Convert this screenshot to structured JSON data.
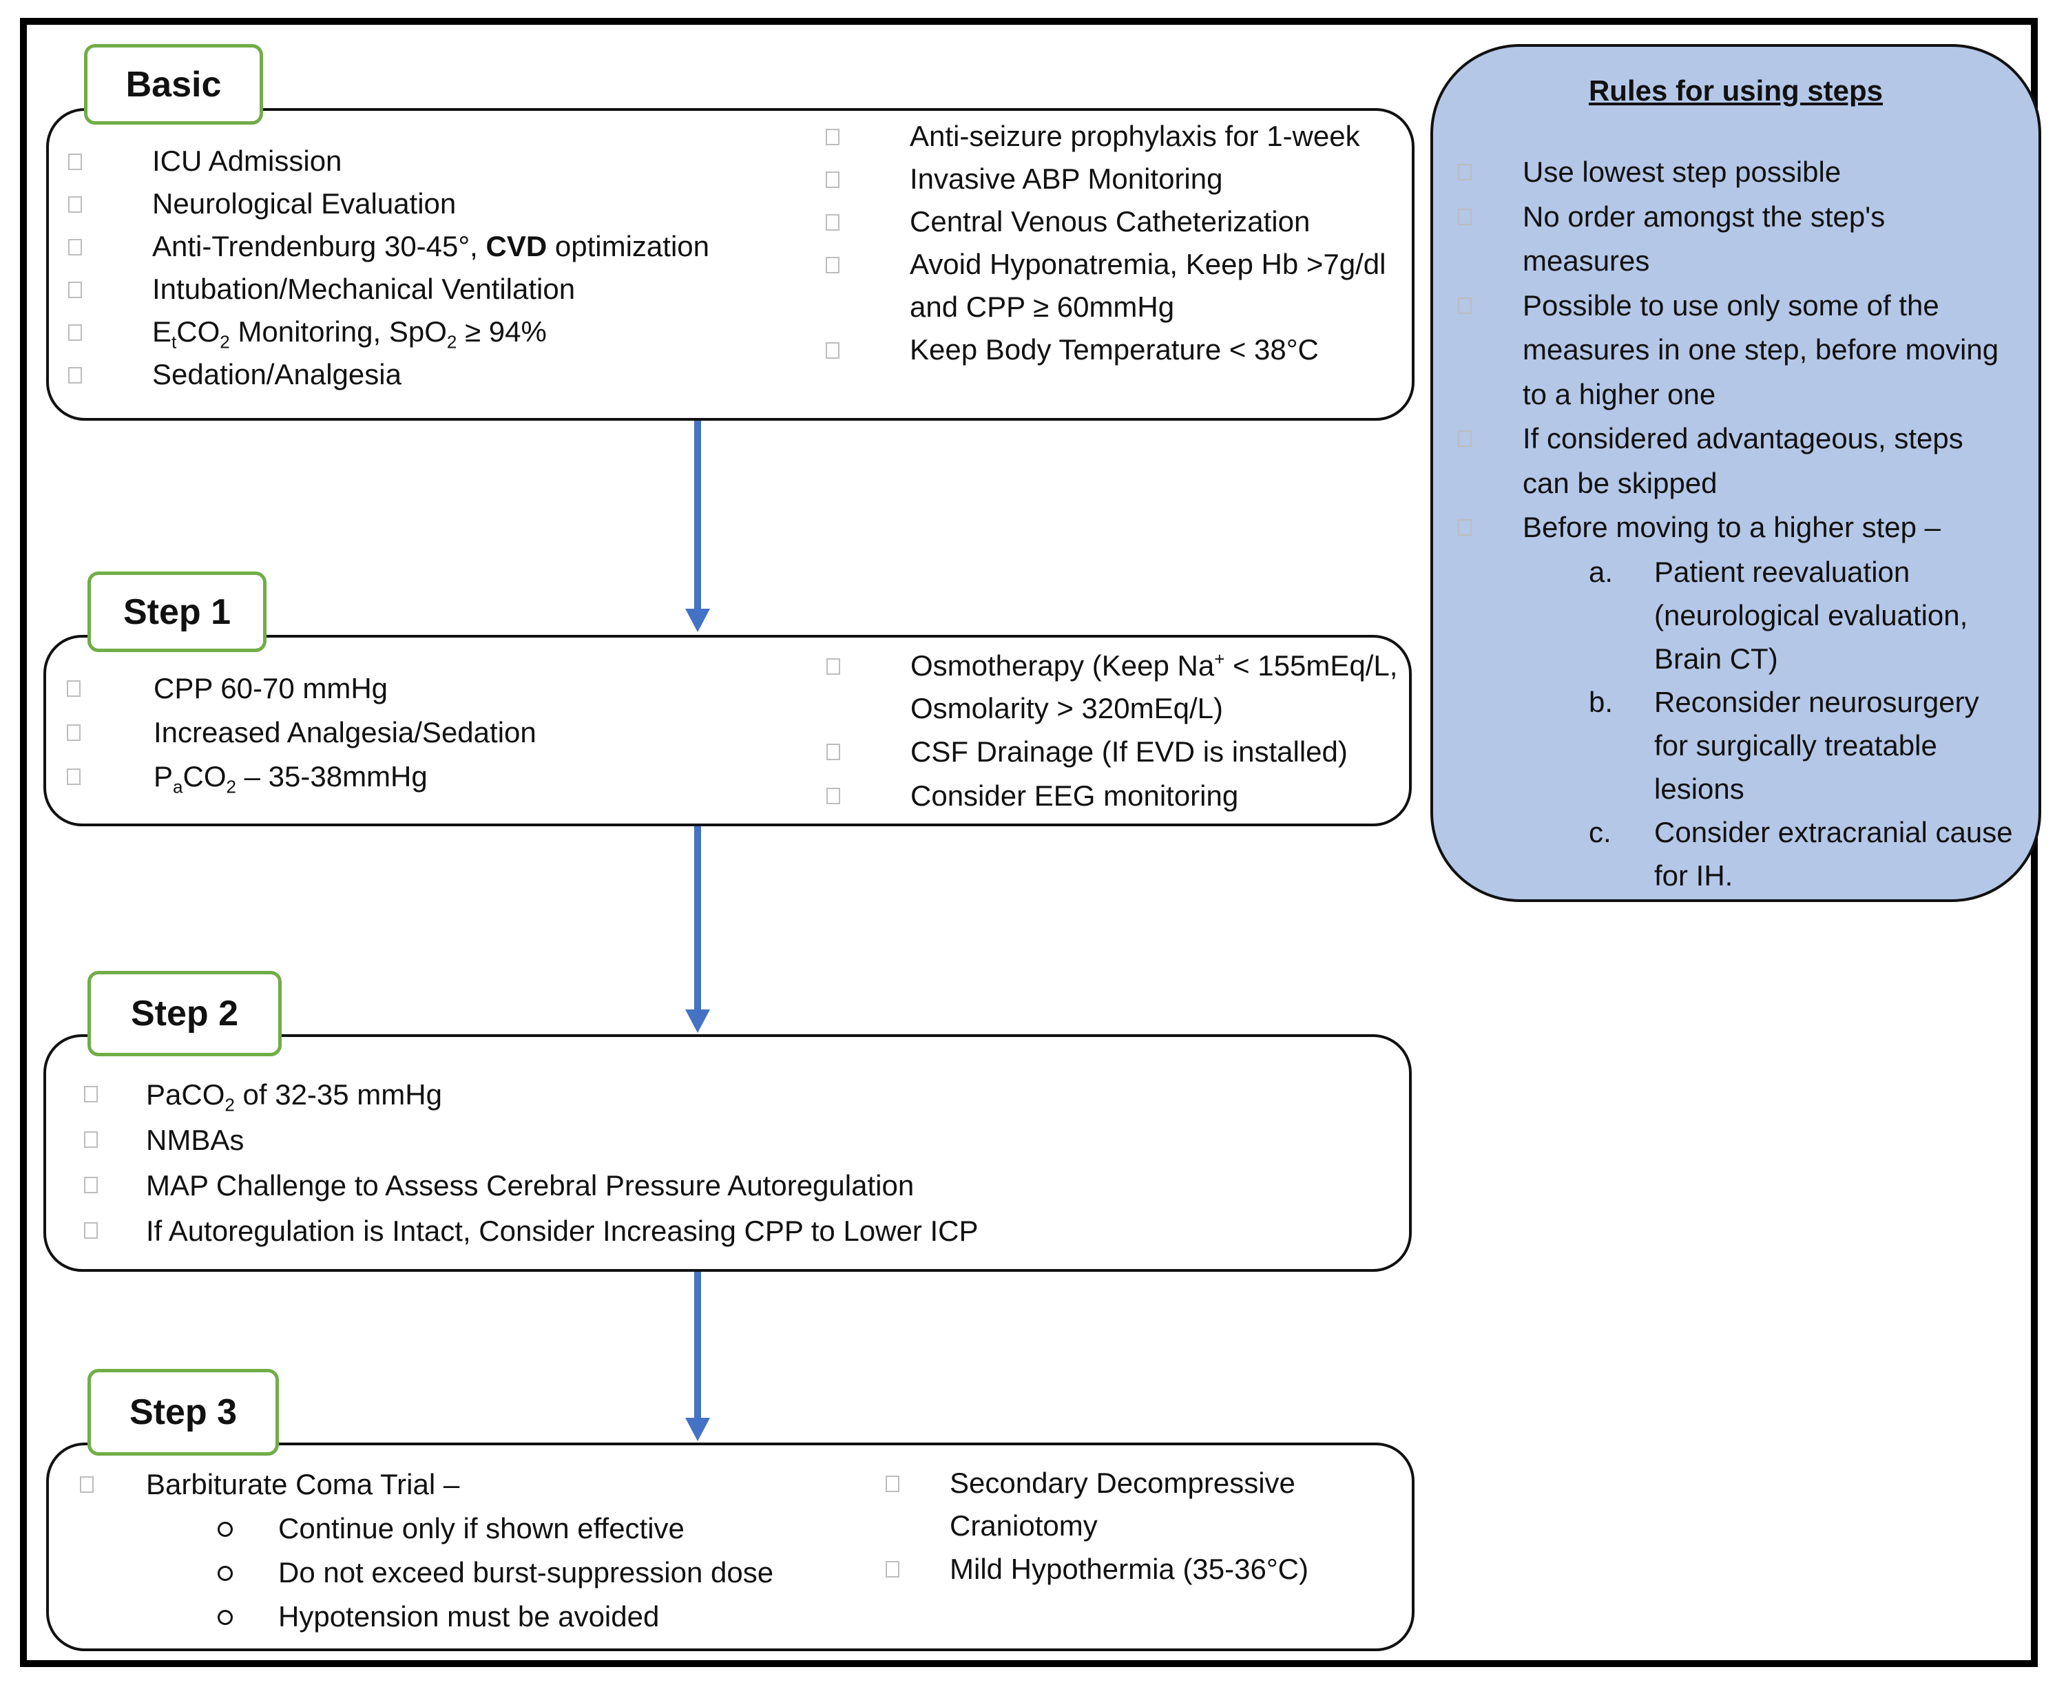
{
  "colors": {
    "tab_border": "#70ad47",
    "arrow": "#4472c4",
    "rules_fill": "#b4c7e7"
  },
  "basic": {
    "title": "Basic",
    "left": [
      {
        "text": "ICU Admission"
      },
      {
        "text": "Neurological Evaluation"
      },
      {
        "pre": "Anti-Trendenburg 30-45°, ",
        "bold": "CVD",
        "post": " optimization"
      },
      {
        "text": "Intubation/Mechanical Ventilation"
      },
      {
        "a": "E",
        "a_sub": "t",
        "b": "CO",
        "b_sub": "2",
        "c": " Monitoring, SpO",
        "c_sub": "2",
        "d": " ≥ 94%"
      },
      {
        "text": "Sedation/Analgesia"
      }
    ],
    "right": [
      {
        "text": "Anti-seizure prophylaxis for 1-week"
      },
      {
        "text": "Invasive ABP Monitoring"
      },
      {
        "text": "Central Venous Catheterization"
      },
      {
        "line1": "Avoid Hyponatremia, Keep Hb >7g/dl",
        "line2": "and CPP ≥ 60mmHg"
      },
      {
        "text": "Keep Body Temperature < 38°C"
      }
    ]
  },
  "step1": {
    "title": "Step 1",
    "left": [
      {
        "text": "CPP 60-70 mmHg"
      },
      {
        "text": "Increased Analgesia/Sedation"
      },
      {
        "a": "P",
        "a_sub": "a",
        "b": "CO",
        "b_sub": "2",
        "c": " – 35-38mmHg"
      }
    ],
    "right": [
      {
        "a": "Osmotherapy (Keep Na",
        "a_sup": "+",
        "b": " < 155mEq/L,",
        "line2": "Osmolarity > 320mEq/L)"
      },
      {
        "text": "CSF Drainage (If EVD is installed)"
      },
      {
        "text": "Consider EEG monitoring"
      }
    ]
  },
  "step2": {
    "title": "Step 2",
    "items": [
      {
        "a": "PaCO",
        "a_sub": "2",
        "b": " of 32-35 mmHg"
      },
      {
        "text": "NMBAs"
      },
      {
        "text": "MAP Challenge to Assess Cerebral Pressure Autoregulation"
      },
      {
        "text": "If Autoregulation is Intact, Consider Increasing CPP to Lower ICP"
      }
    ]
  },
  "step3": {
    "title": "Step 3",
    "left": {
      "text": "Barbiturate Coma Trial –",
      "subs": [
        "Continue only if shown effective",
        "Do not exceed burst-suppression dose",
        "Hypotension must be avoided"
      ]
    },
    "right": [
      {
        "line1": "Secondary Decompressive",
        "line2": "Craniotomy"
      },
      {
        "text": "Mild Hypothermia (35-36°C)"
      }
    ]
  },
  "rules": {
    "title": "Rules for using steps",
    "items": [
      {
        "lines": [
          "Use lowest step possible"
        ]
      },
      {
        "lines": [
          "No order amongst the step's",
          "measures"
        ]
      },
      {
        "lines": [
          "Possible to use only some of the",
          "measures in one step, before moving",
          "to a higher one"
        ]
      },
      {
        "lines": [
          "If considered advantageous, steps",
          "can be skipped"
        ]
      },
      {
        "lines": [
          "Before moving to a higher step –"
        ]
      }
    ],
    "lettered": [
      {
        "letter": "a.",
        "lines": [
          "Patient reevaluation",
          "(neurological evaluation,",
          "Brain CT)"
        ]
      },
      {
        "letter": "b.",
        "lines": [
          "Reconsider neurosurgery",
          "for surgically treatable",
          "lesions"
        ]
      },
      {
        "letter": "c.",
        "lines": [
          "Consider extracranial cause",
          "for IH."
        ]
      }
    ]
  }
}
